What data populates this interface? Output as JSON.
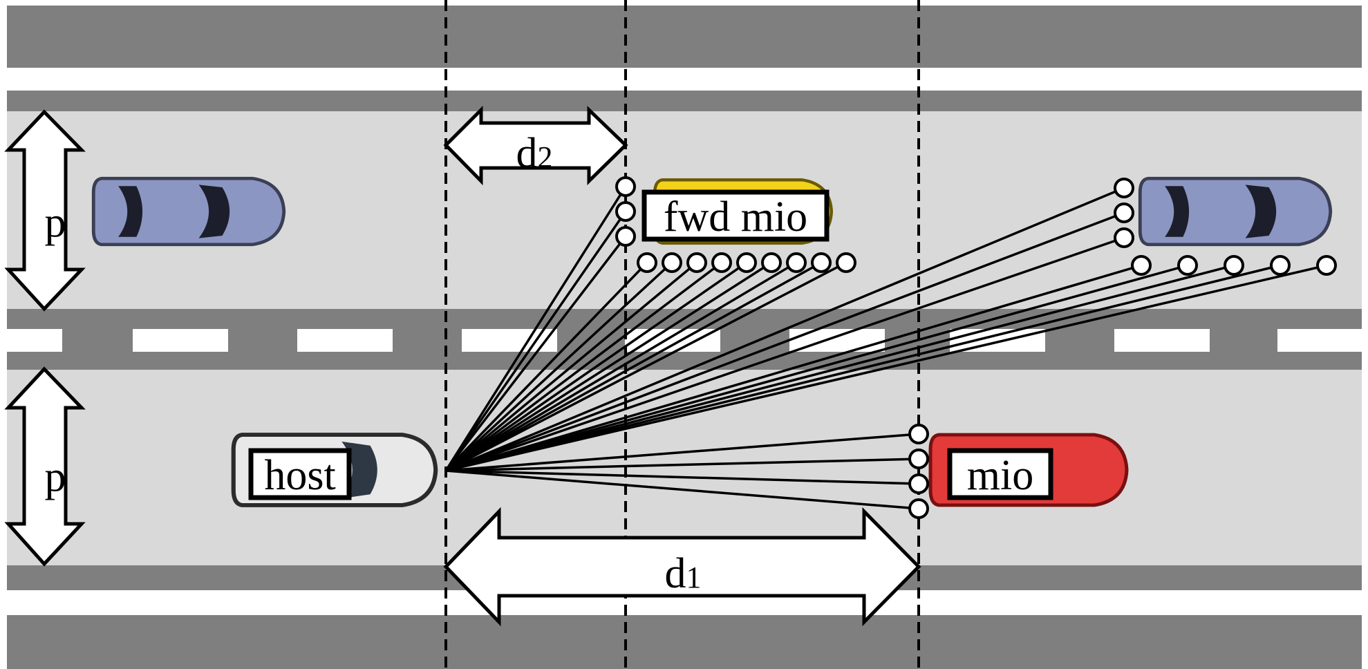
{
  "labels": {
    "host": "host",
    "mio": "mio",
    "fwd_mio": "fwd mio",
    "d1": "d1",
    "d1_main": "d",
    "d1_sub": "1",
    "d2": "d2",
    "d2_main": "d",
    "d2_sub": "2",
    "p_top": "p",
    "p_bottom": "p"
  },
  "colors": {
    "road_dark": "#7f7f7f",
    "lane_light": "#d9d9d9",
    "shoulder": "#ffffff",
    "host_car": "#e8e8e8",
    "mio_car": "#e33a3a",
    "fwd_mio_car": "#f2d21a",
    "other_car": "#8c96c2"
  },
  "icons": [
    "host-car-icon",
    "mio-car-icon",
    "fwd-mio-car-icon",
    "parked-car-icon",
    "far-car-icon"
  ]
}
